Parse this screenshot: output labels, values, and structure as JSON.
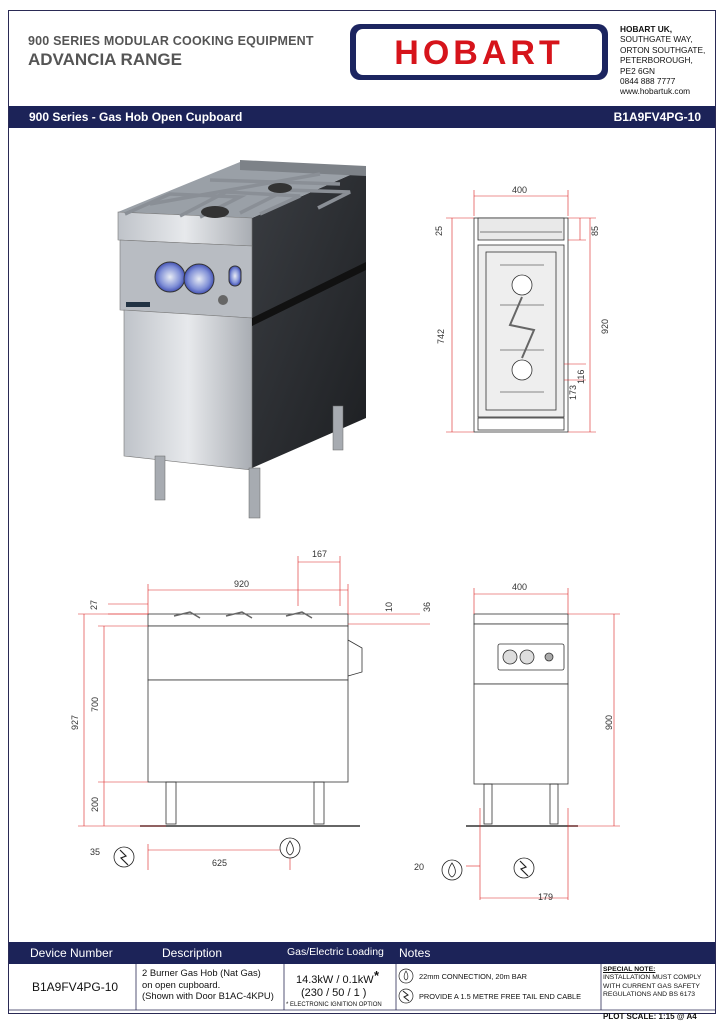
{
  "header": {
    "series_line": "900 SERIES MODULAR COOKING EQUIPMENT",
    "range_line": "ADVANCIA RANGE",
    "brand": "HOBART",
    "address": [
      "HOBART UK,",
      "SOUTHGATE WAY,",
      "ORTON SOUTHGATE,",
      "PETERBOROUGH,",
      "PE2 6GN",
      "0844 888 7777",
      "www.hobartuk.com"
    ]
  },
  "titlebar": {
    "product": "900 Series - Gas Hob Open Cupboard",
    "code": "B1A9FV4PG-10"
  },
  "dimensions": {
    "plan": {
      "width": "400",
      "top_rear": "25",
      "back": "85",
      "depth": "742",
      "total": "920",
      "burner_offset": "116",
      "burner_pitch": "173"
    },
    "side": {
      "top_width": "167",
      "overall": "920",
      "lip": "27",
      "hob": "10",
      "front": "36",
      "height_body": "700",
      "height_total": "927",
      "legs": "200",
      "gas_offset": "35",
      "gas_position": "625"
    },
    "front": {
      "width": "400",
      "height": "900",
      "gas_offset": "20",
      "elec_position": "179"
    }
  },
  "footer": {
    "headers": {
      "device": "Device Number",
      "description": "Description",
      "loading": "Gas/Electric Loading",
      "notes": "Notes"
    },
    "device_number": "B1A9FV4PG-10",
    "description": [
      "2 Burner Gas Hob (Nat Gas)",
      "on open cupboard.",
      "(Shown with Door B1AC-4KPU)"
    ],
    "loading": "14.3kW / 0.1kW",
    "loading_sub": "(230 / 50 / 1 )",
    "asterisk": "*",
    "ignition_note": "ELECTRONIC IGNITION OPTION",
    "notes": [
      "22mm CONNECTION, 20m BAR",
      "PROVIDE A 1.5 METRE FREE TAIL END CABLE"
    ],
    "special_title": "SPECIAL NOTE:",
    "special_text": [
      "INSTALLATION MUST COMPLY",
      "WITH CURRENT GAS SAFETY",
      "REGULATIONS AND BS 6173"
    ],
    "plot_scale": "PLOT SCALE:  1:15 @ A4"
  }
}
